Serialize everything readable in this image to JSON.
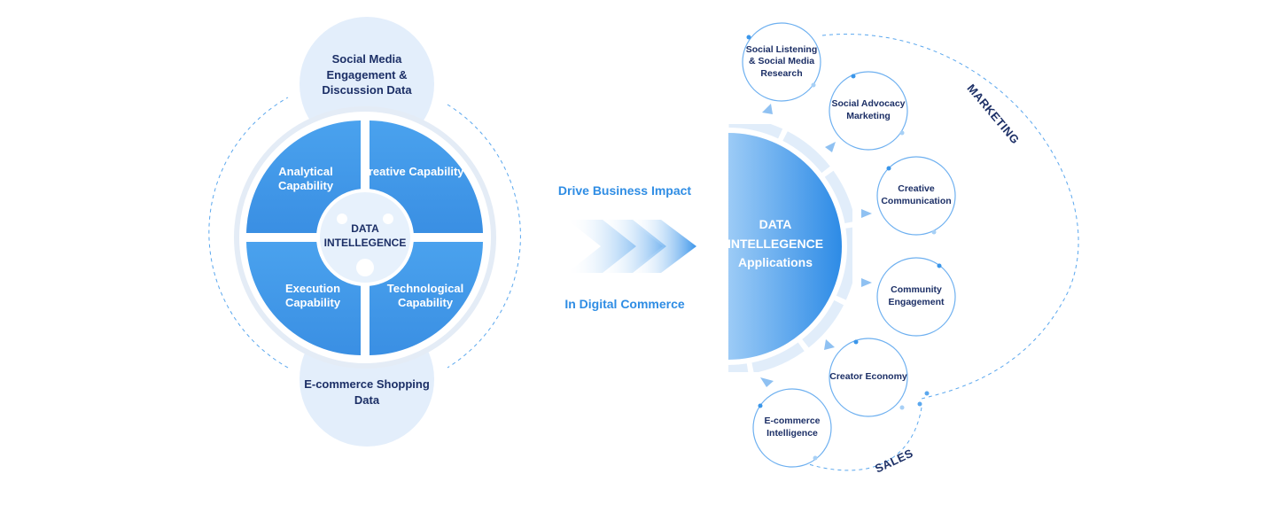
{
  "sources": {
    "top": "Social Media Engagement & Discussion Data",
    "bottom": "E-commerce Shopping Data"
  },
  "capabilities": {
    "analytical": "Analytical Capability",
    "creative": "Creative Capability",
    "execution": "Execution Capability",
    "technological": "Technological Capability"
  },
  "center_label": "DATA INTELLEGENCE",
  "middle": {
    "top": "Drive Business Impact",
    "bottom": "In Digital Commerce"
  },
  "applications": {
    "title": "DATA INTELLEGENCE Applications",
    "items": [
      "Social Listening & Social Media Research",
      "Social Advocacy Marketing",
      "Creative Communication",
      "Community Engagement",
      "Creator Economy",
      "E-commerce Intelligence"
    ]
  },
  "groups": {
    "marketing": "MARKETING",
    "sales": "SALES"
  },
  "colors": {
    "primary_blue": "#3a96ea",
    "light_blue": "#e3eefb",
    "dark_text": "#1c2f66",
    "accent_text": "#2f8de4"
  }
}
